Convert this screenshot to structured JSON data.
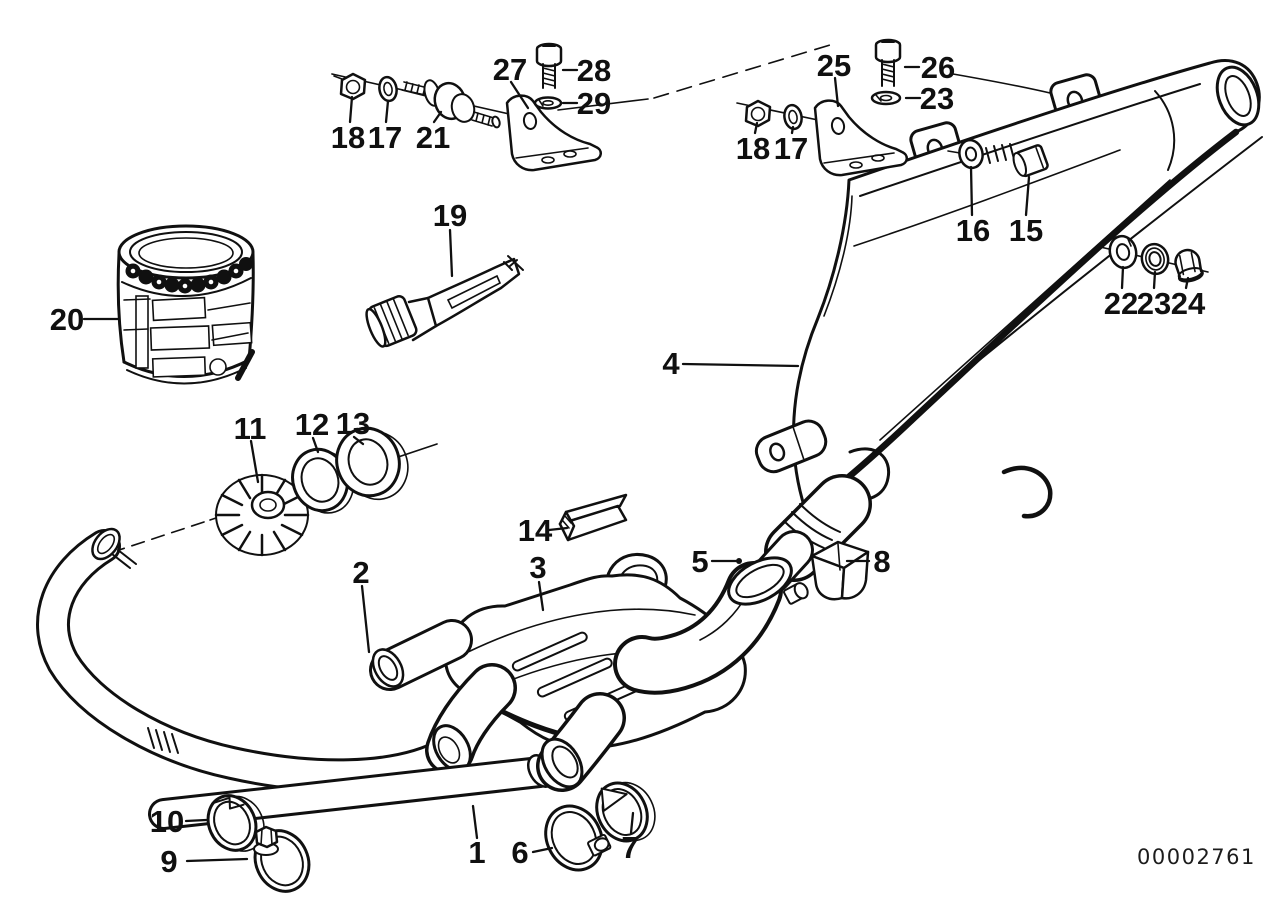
{
  "document": {
    "type_label": "exploded-parts-diagram",
    "id_number": "00002761",
    "line_color": "#101010",
    "background_color": "#ffffff"
  },
  "callouts": [
    {
      "label": "18"
    },
    {
      "label": "17"
    },
    {
      "label": "21"
    },
    {
      "label": "27"
    },
    {
      "label": "28"
    },
    {
      "label": "29"
    },
    {
      "label": "25"
    },
    {
      "label": "26"
    },
    {
      "label": "23"
    },
    {
      "label": "18"
    },
    {
      "label": "17"
    },
    {
      "label": "16"
    },
    {
      "label": "15"
    },
    {
      "label": "22"
    },
    {
      "label": "23"
    },
    {
      "label": "24"
    },
    {
      "label": "4"
    },
    {
      "label": "20"
    },
    {
      "label": "19"
    },
    {
      "label": "11"
    },
    {
      "label": "12"
    },
    {
      "label": "13"
    },
    {
      "label": "14"
    },
    {
      "label": "5"
    },
    {
      "label": "8"
    },
    {
      "label": "2"
    },
    {
      "label": "3"
    },
    {
      "label": "10"
    },
    {
      "label": "9"
    },
    {
      "label": "1"
    },
    {
      "label": "6"
    },
    {
      "label": "7"
    }
  ]
}
